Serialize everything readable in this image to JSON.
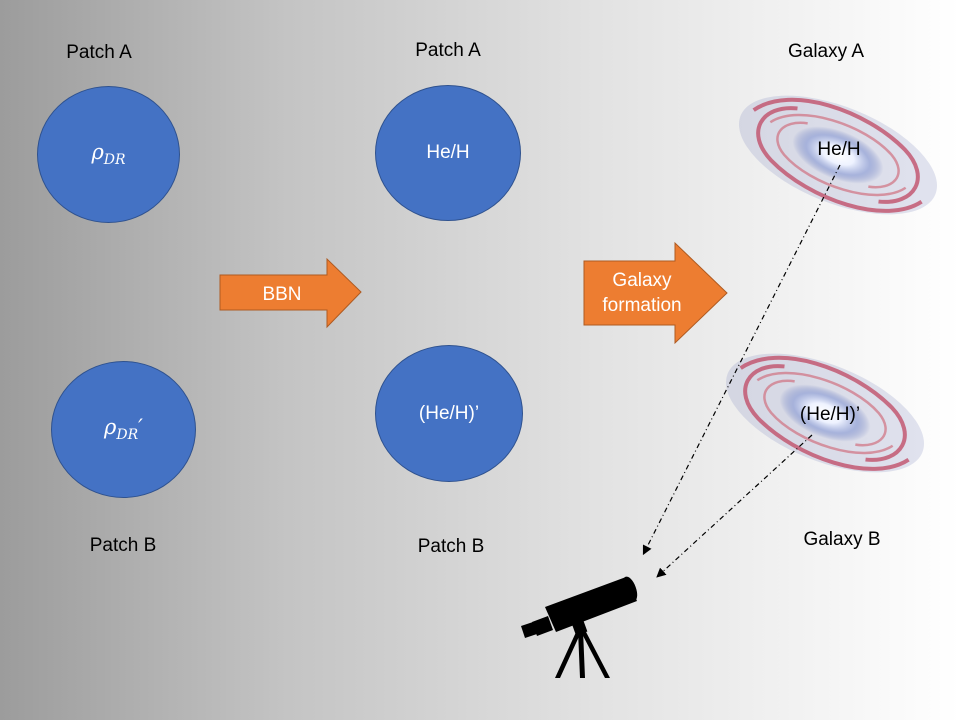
{
  "left": {
    "patch_a_label": "Patch A",
    "patch_b_label": "Patch B",
    "rho_symbol": "ρ",
    "rho_subscript": "DR",
    "rho_prime": "′"
  },
  "middle": {
    "patch_a_label": "Patch A",
    "patch_b_label": "Patch B",
    "circle_a_text": "He/H",
    "circle_b_text": "(He/H)’"
  },
  "arrows": {
    "bbn_label": "BBN",
    "galaxy_formation_label_line1": "Galaxy",
    "galaxy_formation_label_line2": "formation"
  },
  "right": {
    "galaxy_a_label": "Galaxy A",
    "galaxy_b_label": "Galaxy B",
    "galaxy_a_text": "He/H",
    "galaxy_b_text": "(He/H)’"
  },
  "colors": {
    "circle_fill": "#4472c4",
    "arrow_fill": "#ed7d31",
    "galaxy_arm": "#c0506a",
    "galaxy_core": "#eef2ff"
  },
  "icons": {
    "telescope": "telescope-icon",
    "galaxy": "spiral-galaxy-icon"
  }
}
